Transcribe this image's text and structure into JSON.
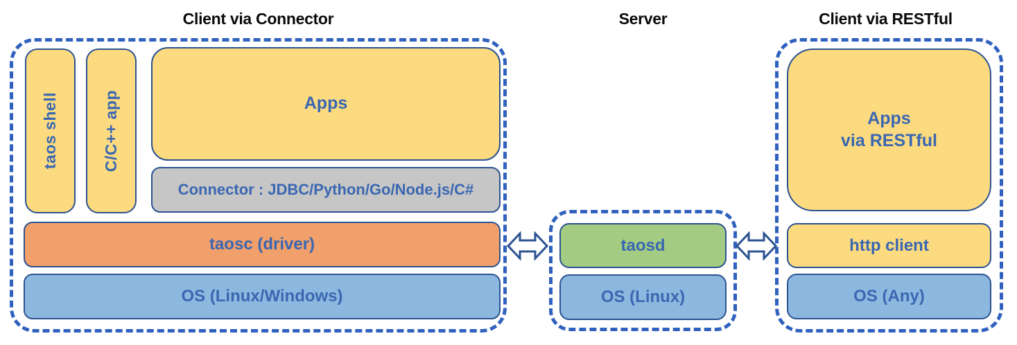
{
  "diagram": {
    "columns": [
      {
        "title": "Client via Connector",
        "taos_shell": "taos shell",
        "cpp_app": "C/C++ app",
        "apps": "Apps",
        "connector": "Connector : JDBC/Python/Go/Node.js/C#",
        "taosc": "taosc (driver)",
        "os": "OS (Linux/Windows)"
      },
      {
        "title": "Server",
        "taosd": "taosd",
        "os": "OS (Linux)"
      },
      {
        "title": "Client via RESTful",
        "apps_line1": "Apps",
        "apps_line2": "via RESTful",
        "http_client": "http client",
        "os": "OS (Any)"
      }
    ],
    "icons": {
      "left_arrow": "bidirectional-arrow",
      "right_arrow": "bidirectional-arrow"
    },
    "colors": {
      "box_yellow": "#FBDA80",
      "box_gray": "#C6C6C6",
      "box_orange": "#F2A06B",
      "box_blue": "#8CB8E0",
      "box_green": "#A3CC82",
      "box_border": "#2B5291",
      "dashed_border": "#3061BE",
      "label_text": "#3A67B1",
      "title_text": "#0A0A0A"
    }
  }
}
